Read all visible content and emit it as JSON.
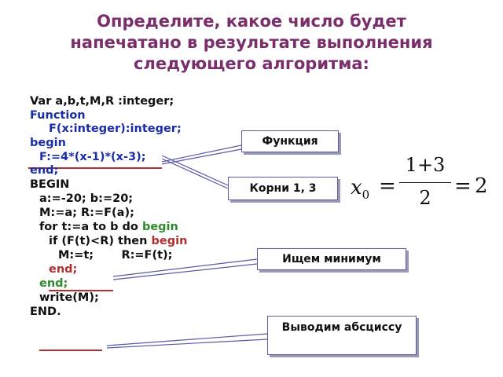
{
  "title": {
    "line1": "Определите, какое число будет",
    "line2": "напечатано в результате выполнения",
    "line3": "следующего алгоритма:"
  },
  "code": {
    "l1": "Var a,b,t,M,R :integer;",
    "l2": "Function",
    "l3": "F(x:integer):integer;",
    "l4": "begin",
    "l5": "F:=4*(x-1)*(x-3);",
    "l6": "end;",
    "l7": "BEGIN",
    "l8": "a:=-20; b:=20;",
    "l9": "M:=a; R:=F(a);",
    "l10a": "for t:=a to b do ",
    "l10b": "begin",
    "l11a": "if (F(t)<R) then ",
    "l11b": "begin",
    "l12": "M:=t;       R:=F(t);",
    "l13": "end;",
    "l14": "end;",
    "l15": "write(M);",
    "l16": "END."
  },
  "callouts": {
    "function": "Функция",
    "roots": "Корни 1,  3",
    "min": "Ищем минимум",
    "output": "Выводим абсциссу"
  },
  "formula": {
    "var": "x",
    "sub": "0",
    "eq1": "=",
    "numerator": "1+3",
    "denominator": "2",
    "eq2": "=",
    "result": "2"
  },
  "colors": {
    "title": "#7a2e6b",
    "keyword_blue": "#1a2ea8",
    "keyword_green": "#2e8b2e",
    "keyword_red": "#b03030",
    "underline_red": "#b03030",
    "callout_border": "#5a5aa8"
  }
}
